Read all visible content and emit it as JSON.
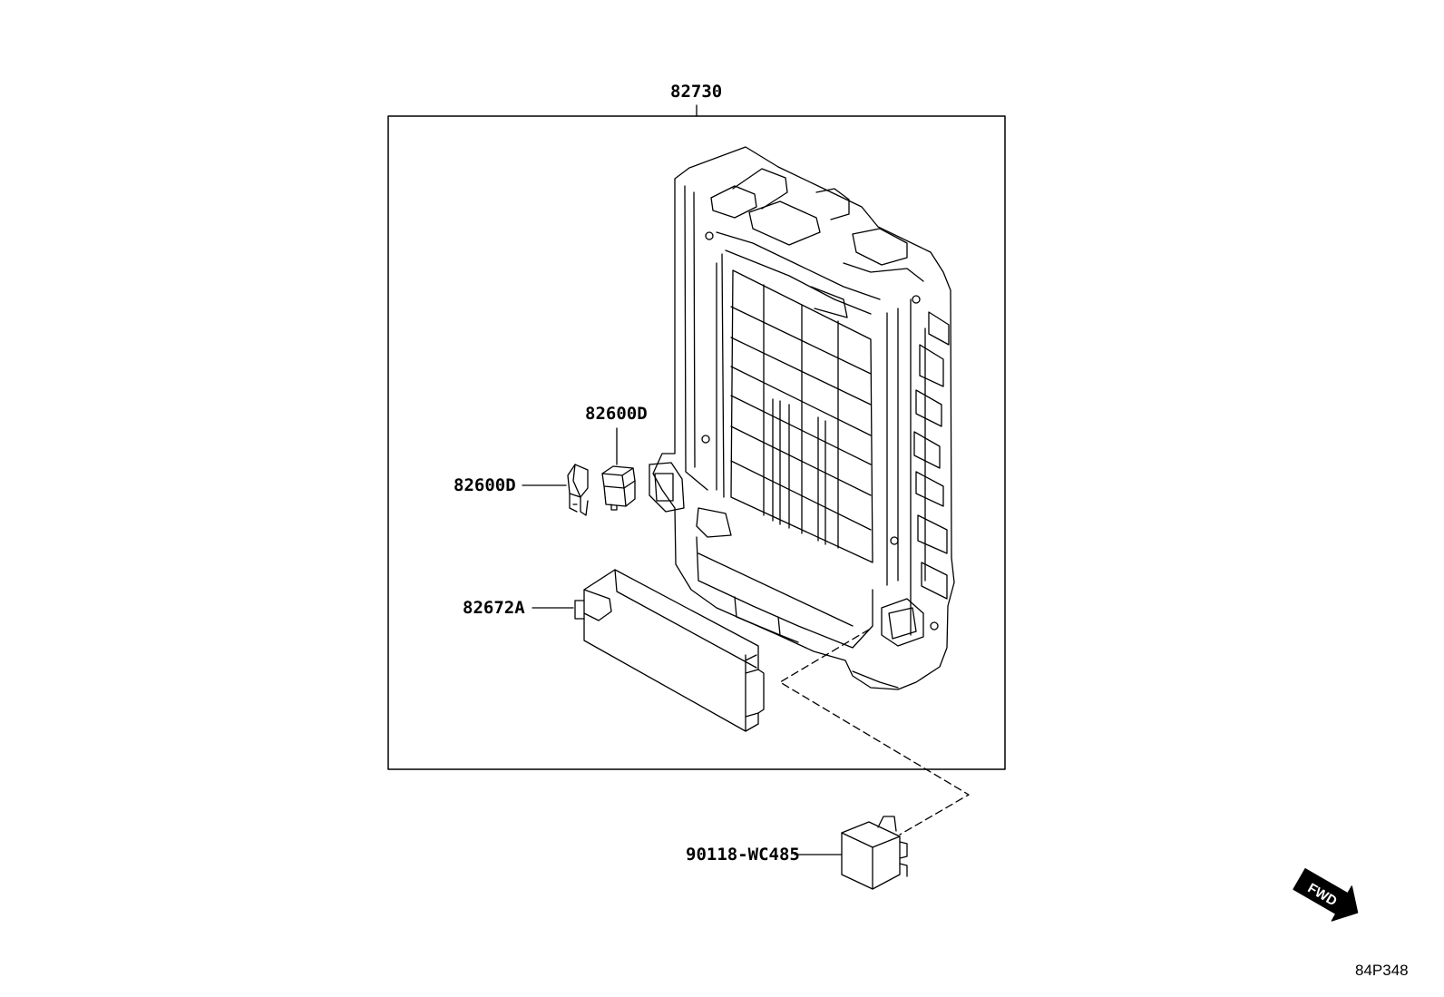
{
  "callouts": {
    "assembly": "82730",
    "relay_upper": "82600D",
    "relay_left": "82600D",
    "cover": "82672A",
    "relay_bottom": "90118-WC485"
  },
  "direction_badge": "FWD",
  "drawing_code": "84P348",
  "colors": {
    "ink": "#000000",
    "paper": "#ffffff"
  }
}
